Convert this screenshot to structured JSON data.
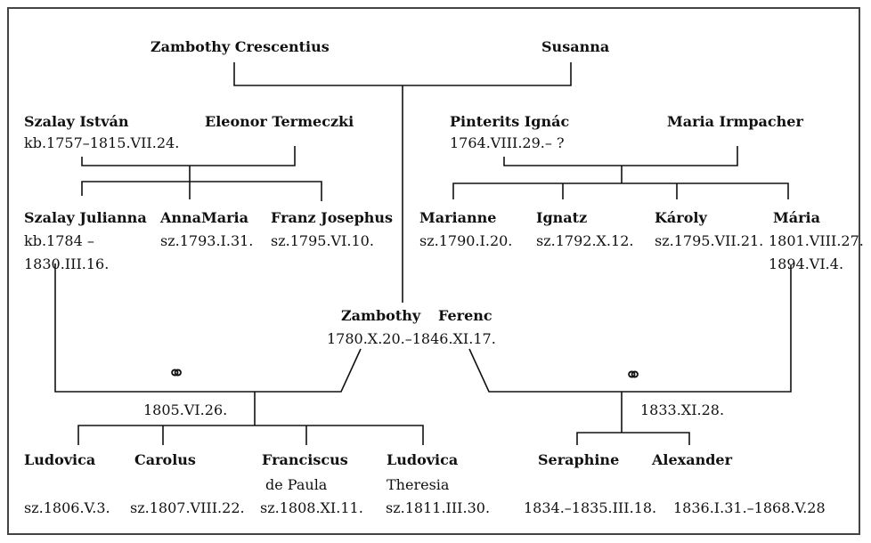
{
  "couple_top": {
    "father": "Zambothy Crescentius",
    "mother": "Susanna"
  },
  "szalay_parents": {
    "father": "Szalay István",
    "father_dates": "kb.1757–1815.VII.24.",
    "mother": "Eleonor Termeczki"
  },
  "pinterits_parents": {
    "father": "Pinterits Ignác",
    "father_dates": "1764.VIII.29.– ?",
    "mother": "Maria Irmpacher"
  },
  "szalay_children": [
    {
      "name": "Szalay Julianna",
      "date1": "kb.1784 –",
      "date2": "1830.III.16."
    },
    {
      "name": "AnnaMaria",
      "date1": "sz.1793.I.31."
    },
    {
      "name": "Franz Josephus",
      "date1": "sz.1795.VI.10."
    }
  ],
  "pinterits_children": [
    {
      "name": "Marianne",
      "date1": "sz.1790.I.20."
    },
    {
      "name": "Ignatz",
      "date1": "sz.1792.X.12."
    },
    {
      "name": "Károly",
      "date1": "sz.1795.VII.21."
    },
    {
      "name": "Mária",
      "date1": "1801.VIII.27.",
      "date2": "1894.VI.4."
    }
  ],
  "center": {
    "name_first": "Zambothy",
    "name_last": "Ferenc",
    "dates": "1780.X.20.–1846.XI.17."
  },
  "marriage1": {
    "symbol": "⚭",
    "date": "1805.VI.26."
  },
  "marriage2": {
    "symbol": "⚭",
    "date": "1833.XI.28."
  },
  "children1": [
    {
      "name": "Ludovica",
      "sub": "",
      "date": "sz.1806.V.3."
    },
    {
      "name": "Carolus",
      "sub": "",
      "date": "sz.1807.VIII.22."
    },
    {
      "name": "Franciscus",
      "sub": "de Paula",
      "date": "sz.1808.XI.11."
    },
    {
      "name": "Ludovica",
      "sub": "Theresia",
      "date": "sz.1811.III.30."
    }
  ],
  "children2": [
    {
      "name": "Seraphine",
      "date": "1834.–1835.III.18."
    },
    {
      "name": "Alexander",
      "date": "1836.I.31.–1868.V.28"
    }
  ]
}
